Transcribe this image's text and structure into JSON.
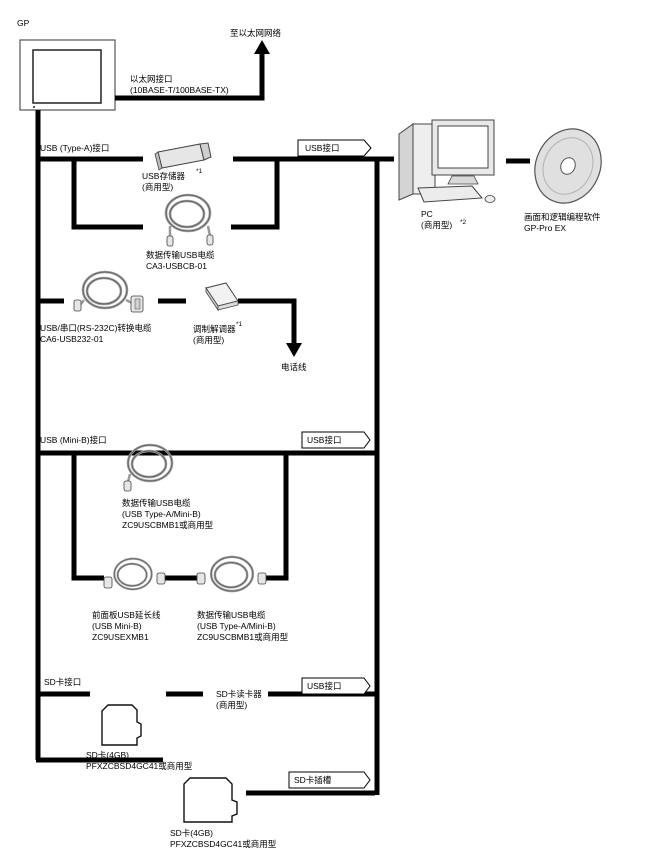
{
  "gp": {
    "label": "GP"
  },
  "ethernet": {
    "target": "至以太网网络",
    "port_label": "以太网接口",
    "port_spec": "(10BASE-T/100BASE-TX)"
  },
  "usb_a": {
    "port_label": "USB (Type-A)接口",
    "pc_port_tag": "USB接口",
    "storage_label": "USB存储器",
    "storage_note": "*1",
    "storage_type": "(商用型)",
    "cable_label": "数据传输USB电缆",
    "cable_model": "CA3-USBCB-01"
  },
  "serial": {
    "cable_label": "USB/串口(RS-232C)转换电缆",
    "cable_model": "CA6-USB232-01",
    "modem_label": "调制解调器",
    "modem_note": "*1",
    "modem_type": "(商用型)",
    "phone_line": "电话线"
  },
  "pc": {
    "label": "PC",
    "type": "(商用型)",
    "note": "*2"
  },
  "software": {
    "label": "画面和逻辑编程软件",
    "name": "GP-Pro EX"
  },
  "usb_minib": {
    "port_label": "USB (Mini-B)接口",
    "pc_port_tag": "USB接口",
    "cable1_label": "数据传输USB电缆",
    "cable1_spec": "(USB Type-A/Mini-B)",
    "cable1_model": "ZC9USCBMB1或商用型",
    "ext_label": "前面板USB延长线",
    "ext_spec": "(USB Mini-B)",
    "ext_model": "ZC9USEXMB1",
    "cable2_label": "数据传输USB电缆",
    "cable2_spec": "(USB Type-A/Mini-B)",
    "cable2_model": "ZC9USCBMB1或商用型"
  },
  "sd": {
    "port_label": "SD卡接口",
    "pc_port_tag": "USB接口",
    "reader_label": "SD卡读卡器",
    "reader_type": "(商用型)",
    "card1_label": "SD卡(4GB)",
    "card1_model": "PFXZCBSD4GC41或商用型",
    "slot_tag": "SD卡插槽",
    "card2_label": "SD卡(4GB)",
    "card2_model": "PFXZCBSD4GC41或商用型"
  }
}
